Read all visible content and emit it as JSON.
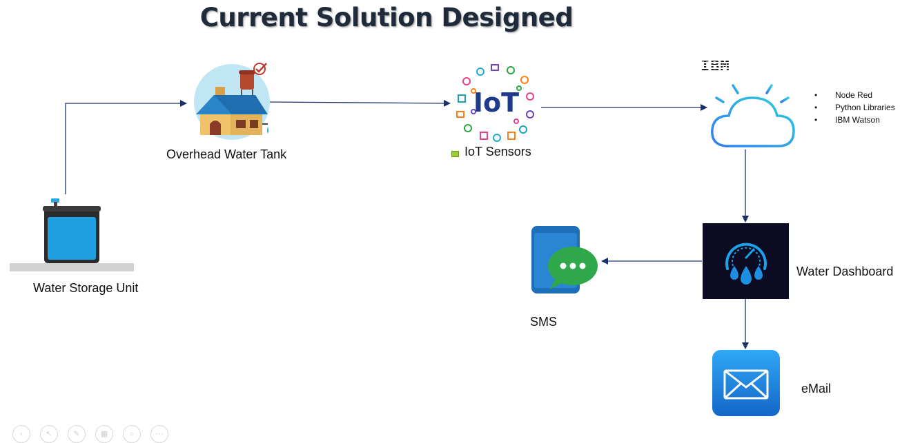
{
  "title": "Current Solution Designed",
  "nodes": {
    "storage": {
      "label": "Water Storage Unit"
    },
    "overhead": {
      "label": "Overhead  Water Tank"
    },
    "iot": {
      "label": "IoT Sensors",
      "badge_text": "IoT"
    },
    "cloud": {
      "brand": "IBM",
      "bullets": [
        "Node Red",
        "Python Libraries",
        "IBM Watson"
      ]
    },
    "dashboard": {
      "label": "Water Dashboard"
    },
    "sms": {
      "label": "SMS"
    },
    "email": {
      "label": "eMail"
    }
  },
  "colors": {
    "arrow": "#1b2f6b",
    "tank_water": "#1ea0e0",
    "dashboard_bg": "#0b0b24",
    "cloud_gradient": [
      "#2f7bf0",
      "#2fd0e0"
    ],
    "sms_green": "#2ea84a",
    "email_blue": "#1e90e6"
  },
  "icons": [
    "water-tank-icon",
    "house-icon",
    "iot-icon",
    "cloud-icon",
    "gauge-icon",
    "phone-chat-icon",
    "mail-icon"
  ]
}
